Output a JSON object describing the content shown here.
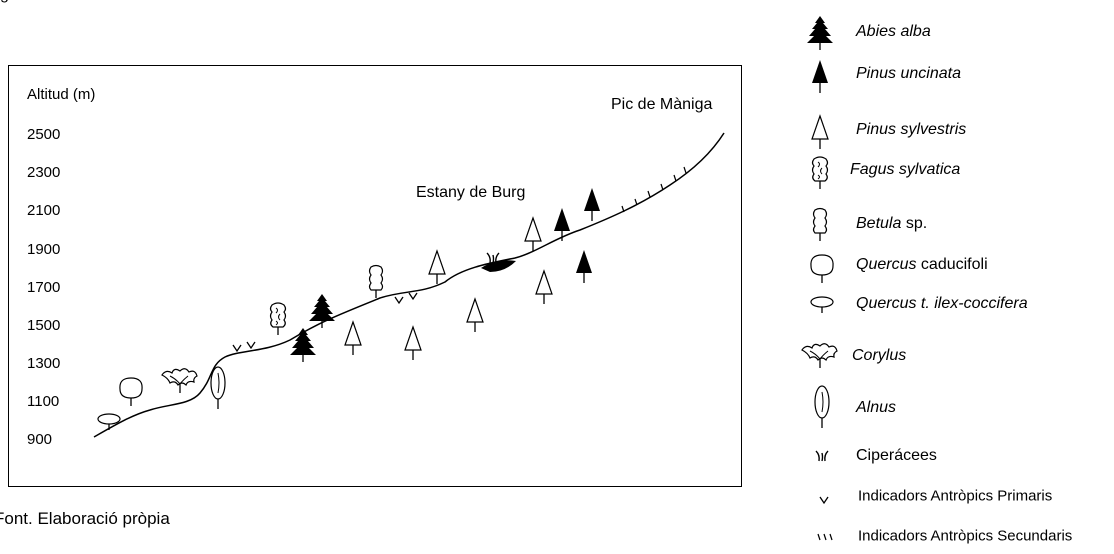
{
  "header": {
    "caption": "g"
  },
  "chart": {
    "ylabel": "Altitud (m)",
    "yticks": [
      "2500",
      "2300",
      "2100",
      "1900",
      "1700",
      "1500",
      "1300",
      "1100",
      "900"
    ],
    "places": {
      "peak": "Pic de Màniga",
      "lake": "Estany de Burg"
    }
  },
  "source": "Font. Elaboració pròpia",
  "legend": [
    {
      "icon": "abies-tree-icon",
      "italic": "Abies alba",
      "plain": ""
    },
    {
      "icon": "pinus-uncinata-icon",
      "italic": "Pinus uncinata",
      "plain": ""
    },
    {
      "icon": "pinus-sylvestris-icon",
      "italic": "Pinus sylvestris",
      "plain": ""
    },
    {
      "icon": "fagus-icon",
      "italic": "Fagus sylvatica",
      "plain": ""
    },
    {
      "icon": "betula-icon",
      "italic": "Betula",
      "plain": " sp."
    },
    {
      "icon": "quercus-deciduous-icon",
      "italic": "Quercus",
      "plain": " caducifoli"
    },
    {
      "icon": "quercus-ilex-icon",
      "italic": "Quercus t. ilex-coccifera",
      "plain": ""
    },
    {
      "icon": "corylus-icon",
      "italic": "Corylus",
      "plain": ""
    },
    {
      "icon": "alnus-icon",
      "italic": "Alnus",
      "plain": ""
    },
    {
      "icon": "cyperaceae-icon",
      "italic": "",
      "plain": "Ciperácees"
    },
    {
      "icon": "primary-anthropic-icon",
      "italic": "",
      "plain": "Indicadors Antròpics Primaris"
    },
    {
      "icon": "secondary-anthropic-icon",
      "italic": "",
      "plain": "Indicadors Antròpics Secundaris"
    }
  ]
}
